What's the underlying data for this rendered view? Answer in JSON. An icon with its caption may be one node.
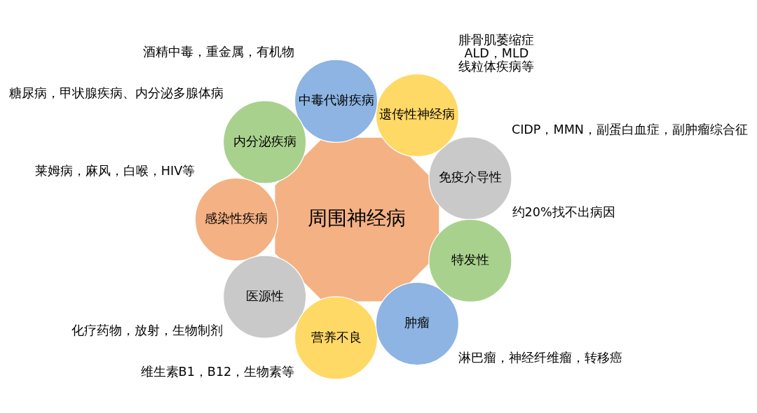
{
  "diagram": {
    "nodes": [
      {
        "text": [
          "周围神经病"
        ]
      },
      {
        "text": [
          "免疫介导性"
        ],
        "beside": [
          "CIDP，MMN，副蛋白血症，副肿瘤综合征"
        ]
      },
      {
        "text": [
          "遗传性神经病"
        ],
        "beside": [
          "腓骨肌萎缩症",
          "ALD，MLD",
          "线粒体疾病等"
        ]
      },
      {
        "text": [
          "中毒代谢疾病"
        ],
        "beside": [
          "酒精中毒，重金属，有机物"
        ]
      },
      {
        "text": [
          "内分泌疾病"
        ],
        "beside": [
          "糖尿病，甲状腺疾病、内分泌多腺体病"
        ]
      },
      {
        "text": [
          "感染性疾病"
        ],
        "beside": [
          "莱姆病，麻风，白喉，HIV等"
        ]
      },
      {
        "text": [
          "医源性"
        ],
        "beside": [
          "化疗药物，放射，生物制剂"
        ]
      },
      {
        "text": [
          "营养不良"
        ],
        "beside": [
          "维生素B1，B12，生物素等"
        ]
      },
      {
        "text": [
          "肿瘤"
        ],
        "beside": [
          "淋巴瘤，神经纤维瘤，转移癌"
        ]
      },
      {
        "text": [
          "特发性"
        ],
        "beside": [
          "约20%找不出病因"
        ]
      }
    ]
  }
}
